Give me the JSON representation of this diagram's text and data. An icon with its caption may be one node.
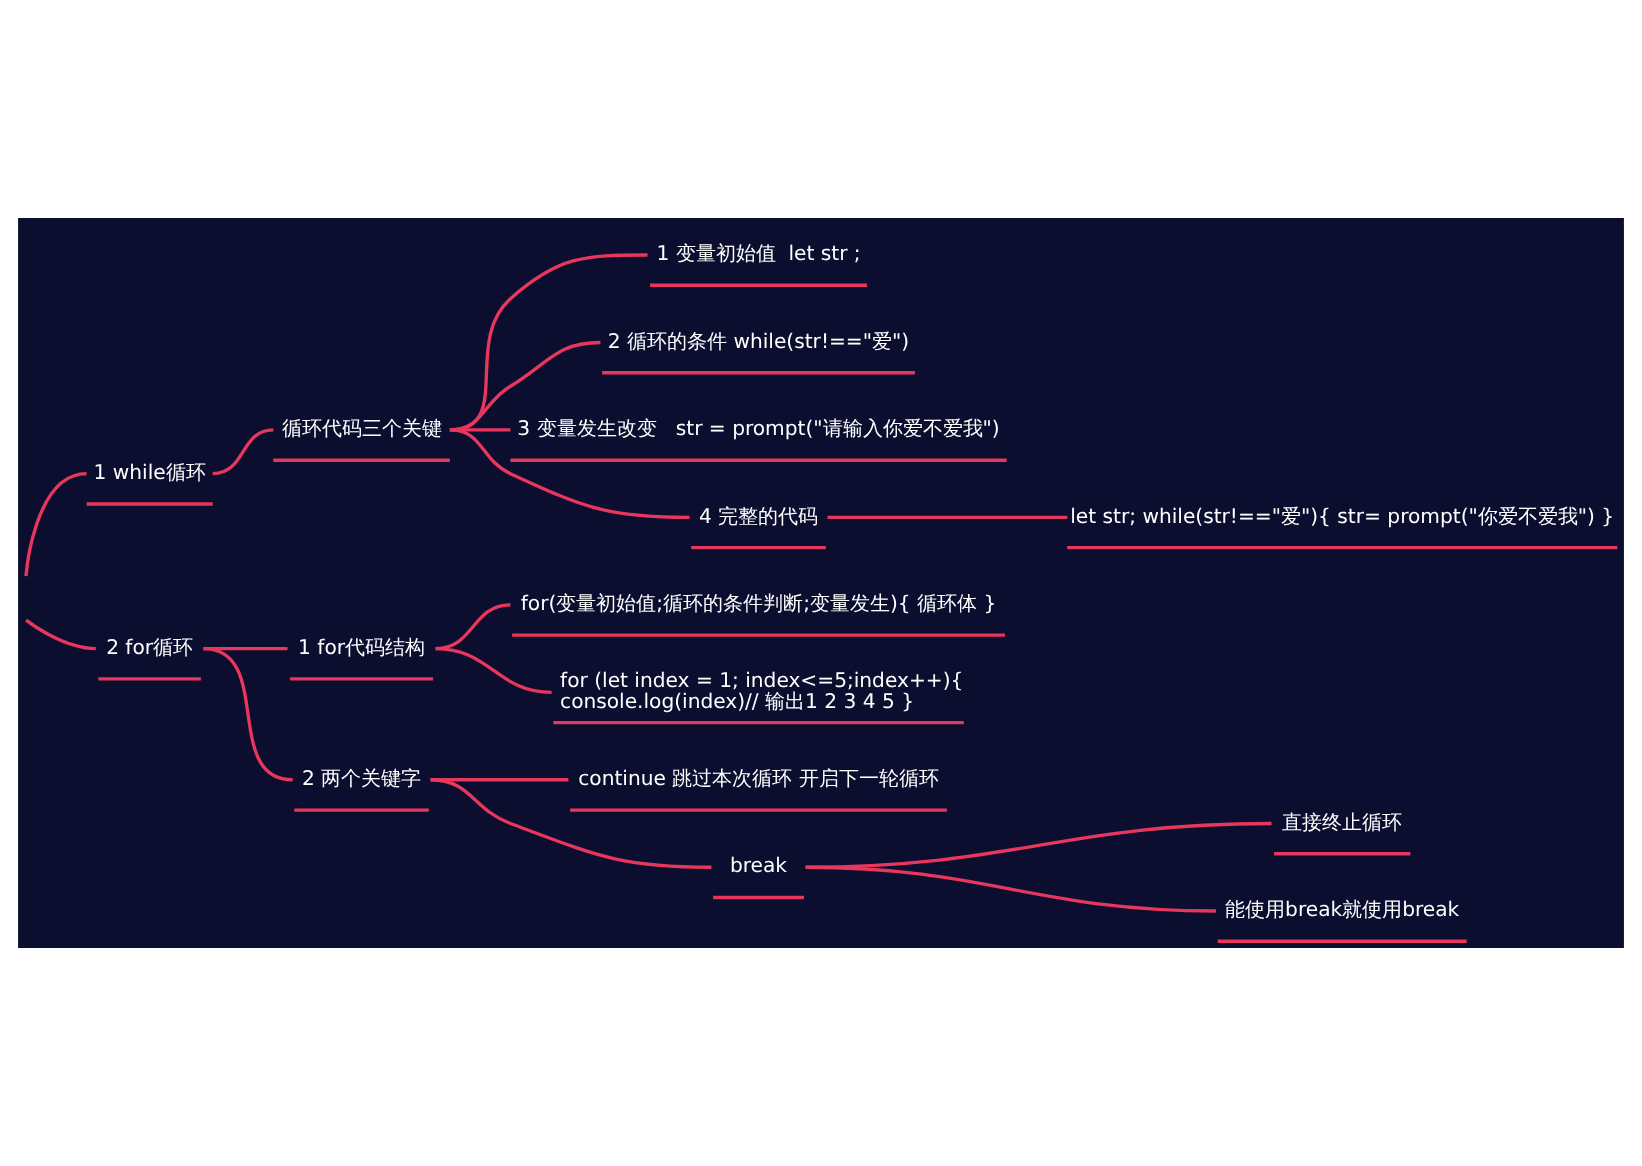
{
  "diagram": {
    "nodes": [
      {
        "text": [
          "1 while循环"
        ]
      },
      {
        "text": [
          "循环代码三个关键"
        ]
      },
      {
        "text": [
          "1 变量初始值  let str ;"
        ]
      },
      {
        "text": [
          "2 循环的条件 while(str!==\"爱\")"
        ]
      },
      {
        "text": [
          "3 变量发生改变   str = prompt(\"请输入你爱不爱我\")"
        ]
      },
      {
        "text": [
          "4 完整的代码"
        ]
      },
      {
        "text": [
          "let str; while(str!==\"爱\"){ str= prompt(\"你爱不爱我\") }"
        ]
      },
      {
        "text": [
          "2 for循环"
        ]
      },
      {
        "text": [
          "1 for代码结构"
        ]
      },
      {
        "text": [
          "for(变量初始值;循环的条件判断;变量发生){ 循环体 }"
        ]
      },
      {
        "text": [
          "for (let index = 1; index<=5;index++){ console.log(index)// 输出1 2 3 4 5 }"
        ]
      },
      {
        "text": [
          "2 两个关键字"
        ]
      },
      {
        "text": [
          "continue 跳过本次循环 开启下一轮循环"
        ]
      },
      {
        "text": [
          "break"
        ]
      },
      {
        "text": [
          "直接终止循环"
        ]
      },
      {
        "text": [
          "能使用break就使用break"
        ]
      }
    ],
    "edges": [
      {
        "from": null,
        "to": 0,
        "arrow": "none"
      },
      {
        "from": 0,
        "to": 1,
        "arrow": "none"
      },
      {
        "from": 1,
        "to": 2,
        "arrow": "none"
      },
      {
        "from": 1,
        "to": 3,
        "arrow": "none"
      },
      {
        "from": 1,
        "to": 4,
        "arrow": "none"
      },
      {
        "from": 1,
        "to": 5,
        "arrow": "none"
      },
      {
        "from": 5,
        "to": 6,
        "arrow": "none"
      },
      {
        "from": null,
        "to": 7,
        "arrow": "none"
      },
      {
        "from": 7,
        "to": 8,
        "arrow": "none"
      },
      {
        "from": 8,
        "to": 9,
        "arrow": "none"
      },
      {
        "from": 8,
        "to": 10,
        "arrow": "none"
      },
      {
        "from": 7,
        "to": 11,
        "arrow": "none"
      },
      {
        "from": 11,
        "to": 12,
        "arrow": "none"
      },
      {
        "from": 11,
        "to": 13,
        "arrow": "none"
      },
      {
        "from": 13,
        "to": 14,
        "arrow": "none"
      },
      {
        "from": 13,
        "to": 15,
        "arrow": "none"
      }
    ]
  }
}
